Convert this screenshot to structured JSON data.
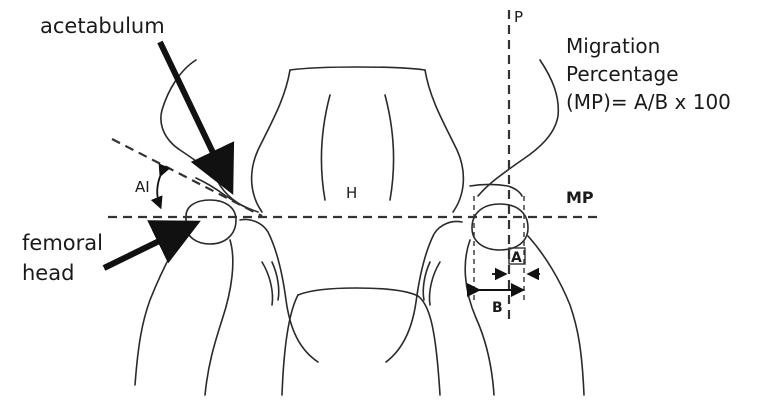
{
  "labels": {
    "acetabulum": "acetabulum",
    "femoral_head_line1": "femoral",
    "femoral_head_line2": "head",
    "ai": "AI",
    "h": "H",
    "p": "P",
    "mp": "MP",
    "a": "A",
    "b": "B"
  },
  "formula": {
    "line1": "Migration",
    "line2": "Percentage",
    "line3": "(MP)= A/B x 100"
  },
  "colors": {
    "ink": "#1a1a1a",
    "background": "#ffffff"
  }
}
